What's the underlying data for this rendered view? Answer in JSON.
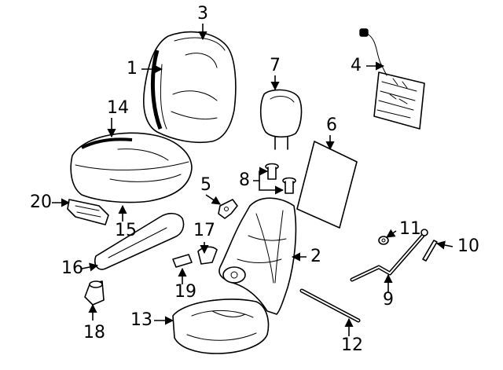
{
  "callouts": [
    {
      "id": "1",
      "label": "1"
    },
    {
      "id": "2",
      "label": "2"
    },
    {
      "id": "3",
      "label": "3"
    },
    {
      "id": "4",
      "label": "4"
    },
    {
      "id": "5",
      "label": "5"
    },
    {
      "id": "6",
      "label": "6"
    },
    {
      "id": "7",
      "label": "7"
    },
    {
      "id": "8",
      "label": "8"
    },
    {
      "id": "9",
      "label": "9"
    },
    {
      "id": "10",
      "label": "10"
    },
    {
      "id": "11",
      "label": "11"
    },
    {
      "id": "12",
      "label": "12"
    },
    {
      "id": "13",
      "label": "13"
    },
    {
      "id": "14",
      "label": "14"
    },
    {
      "id": "15",
      "label": "15"
    },
    {
      "id": "16",
      "label": "16"
    },
    {
      "id": "17",
      "label": "17"
    },
    {
      "id": "18",
      "label": "18"
    },
    {
      "id": "19",
      "label": "19"
    },
    {
      "id": "20",
      "label": "20"
    }
  ],
  "colors": {
    "line": "#000000",
    "background": "#ffffff"
  }
}
